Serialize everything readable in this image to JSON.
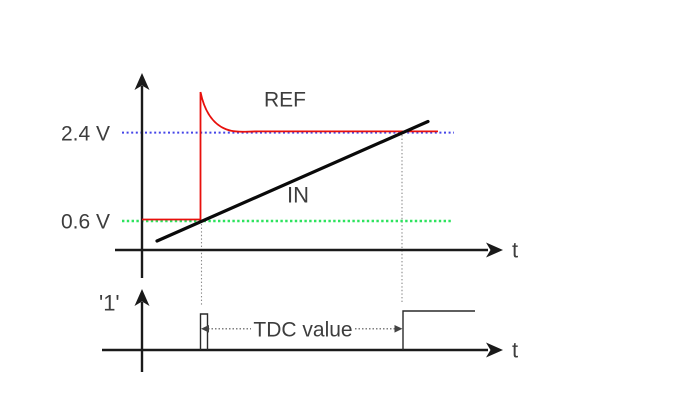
{
  "top_plot": {
    "y_upper_label": "2.4 V",
    "y_lower_label": "0.6 V",
    "ref_curve_label": "REF",
    "in_signal_label": "IN",
    "x_axis_label": "t"
  },
  "bottom_plot": {
    "logic_one_label": "'1'",
    "interval_label": "TDC value",
    "x_axis_label": "t"
  },
  "colors": {
    "ref_curve": "#e8100c",
    "upper_threshold_dotted": "#4545e8",
    "lower_threshold_dotted": "#2de35e",
    "in_ramp": "#0a0a0a",
    "guide_dotted": "#8a8a8a",
    "pulse_stroke": "#2a2a2a",
    "axis": "#1a1a1a",
    "text": "#3d3d3d"
  }
}
